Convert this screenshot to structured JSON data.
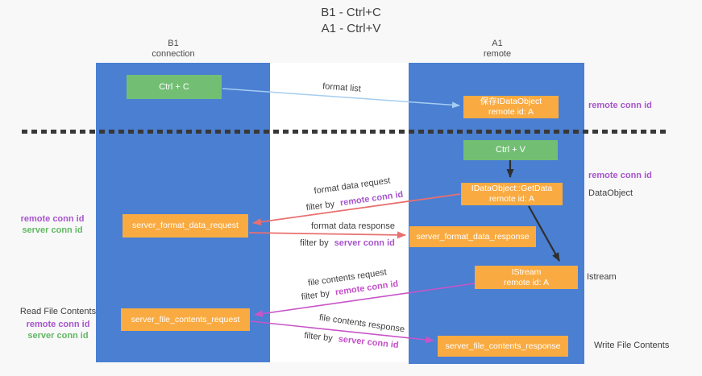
{
  "title": {
    "line1": "B1 - Ctrl+C",
    "line2": "A1 - Ctrl+V"
  },
  "columns": {
    "left": {
      "name": "B1",
      "role": "connection"
    },
    "right": {
      "name": "A1",
      "role": "remote"
    }
  },
  "nodes": {
    "ctrl_c": {
      "label": "Ctrl + C"
    },
    "save_idataobject": {
      "line1": "保存IDataObject",
      "line2": "remote id: A"
    },
    "ctrl_v": {
      "label": "Ctrl + V"
    },
    "getdata": {
      "line1": "IDataObject::GetData",
      "line2": "remote id: A"
    },
    "format_request": {
      "label": "server_format_data_request"
    },
    "format_response": {
      "label": "server_format_data_response"
    },
    "istream": {
      "line1": "IStream",
      "line2": "remote id: A"
    },
    "file_request": {
      "label": "server_file_contents_request"
    },
    "file_response": {
      "label": "server_file_contents_response"
    }
  },
  "flow_labels": {
    "format_list": "format list",
    "format_data_request": "format data request",
    "format_data_response": "format data response",
    "file_contents_request": "file contents request",
    "file_contents_response": "file contents response",
    "filter_by": "filter by",
    "remote_conn_id": "remote conn id",
    "server_conn_id": "server conn id"
  },
  "side_labels": {
    "remote_conn_id": "remote conn id",
    "server_conn_id": "server conn id",
    "read_file_contents": "Read File Contents",
    "write_file_contents": "Write File Contents",
    "dataobject": "DataObject",
    "istream": "Istream"
  },
  "colors": {
    "column_blue": "#4a7fd2",
    "node_orange": "#f9ab42",
    "node_green": "#72bf74",
    "arrow_lightblue": "#a5cdf0",
    "arrow_red": "#e87070",
    "arrow_magenta": "#c855c8",
    "arrow_black": "#2e2e2e",
    "text_purple": "#a855cc",
    "text_magenta": "#c44fc9",
    "text_green": "#62b862"
  }
}
